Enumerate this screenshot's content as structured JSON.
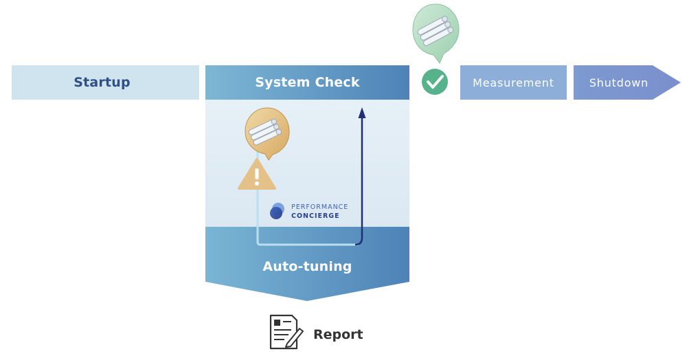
{
  "stages": {
    "startup": "Startup",
    "system_check": "System Check",
    "measurement": "Measurement",
    "shutdown": "Shutdown"
  },
  "auto_tuning": "Auto-tuning",
  "report": "Report",
  "brand": {
    "line1": "PERFORMANCE",
    "line2": "CONCIERGE"
  },
  "colors": {
    "startup_bg": "#cfe4ef",
    "startup_text": "#2f4f86",
    "system_check_from": "#79b3d2",
    "system_check_to": "#4f85b8",
    "measurement_bg": "#8caed8",
    "shutdown_bg": "#7d98d0",
    "panel_bg": "#e3eef6",
    "check_green": "#56b28a",
    "warning_tan": "#e3c189",
    "arrow_navy": "#1f2f72"
  }
}
